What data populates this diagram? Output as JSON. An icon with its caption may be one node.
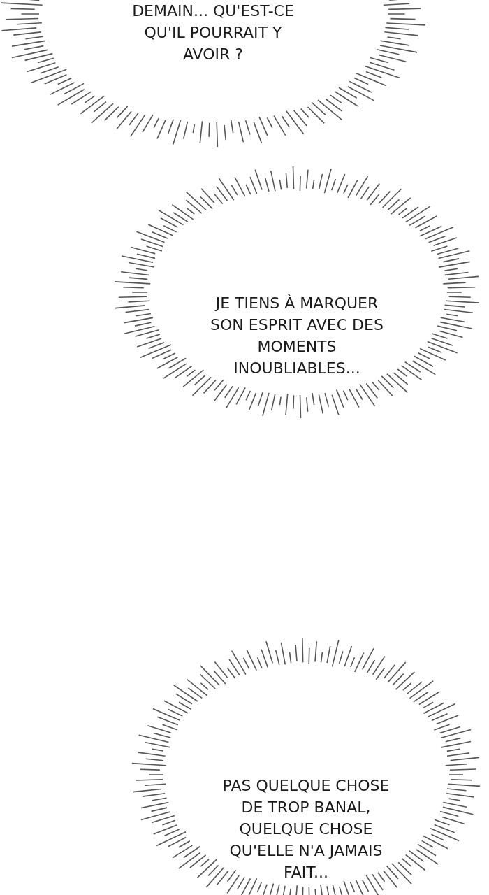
{
  "diagram": {
    "nodes": [
      {
        "text": [
          "DEMAIN... QU'EST-CE QU'IL POURRAIT Y AVOIR ?"
        ]
      },
      {
        "text": [
          "JE TIENS À MARQUER SON ESPRIT AVEC DES MOMENTS INOUBLIABLES..."
        ]
      },
      {
        "text": [
          "PAS QUELQUE CHOSE DE TROP BANAL, QUELQUE CHOSE QU'ELLE N'A JAMAIS FAIT..."
        ]
      }
    ]
  }
}
